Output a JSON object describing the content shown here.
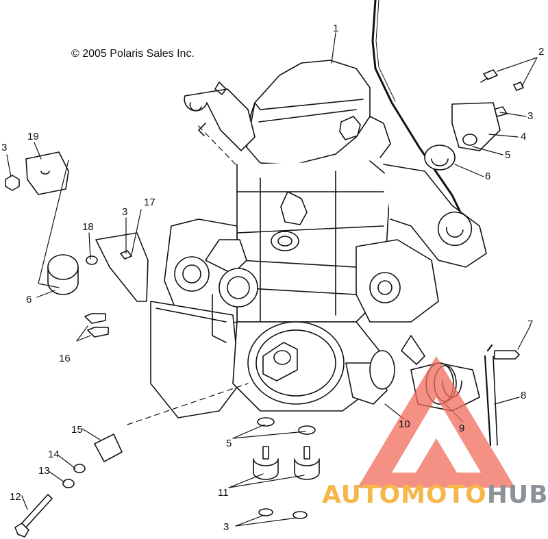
{
  "copyright": "© 2005 Polaris Sales Inc.",
  "callouts": [
    {
      "id": "c1",
      "text": "1"
    },
    {
      "id": "c2",
      "text": "2"
    },
    {
      "id": "c3a",
      "text": "3"
    },
    {
      "id": "c4",
      "text": "4"
    },
    {
      "id": "c5a",
      "text": "5"
    },
    {
      "id": "c6a",
      "text": "6"
    },
    {
      "id": "c3b",
      "text": "3"
    },
    {
      "id": "c19",
      "text": "19"
    },
    {
      "id": "c3c",
      "text": "3"
    },
    {
      "id": "c17",
      "text": "17"
    },
    {
      "id": "c18",
      "text": "18"
    },
    {
      "id": "c6b",
      "text": "6"
    },
    {
      "id": "c16",
      "text": "16"
    },
    {
      "id": "c7",
      "text": "7"
    },
    {
      "id": "c8",
      "text": "8"
    },
    {
      "id": "c10",
      "text": "10"
    },
    {
      "id": "c9",
      "text": "9"
    },
    {
      "id": "c15",
      "text": "15"
    },
    {
      "id": "c5b",
      "text": "5"
    },
    {
      "id": "c14",
      "text": "14"
    },
    {
      "id": "c13",
      "text": "13"
    },
    {
      "id": "c11",
      "text": "11"
    },
    {
      "id": "c12",
      "text": "12"
    },
    {
      "id": "c3d",
      "text": "3"
    }
  ],
  "watermark": {
    "auto": "AUTO",
    "moto": "MOTO",
    "hub": "HUB",
    "colors": {
      "triangle": "#f26b5b",
      "auto": "#f5b64a",
      "hub": "#8d9198"
    }
  }
}
